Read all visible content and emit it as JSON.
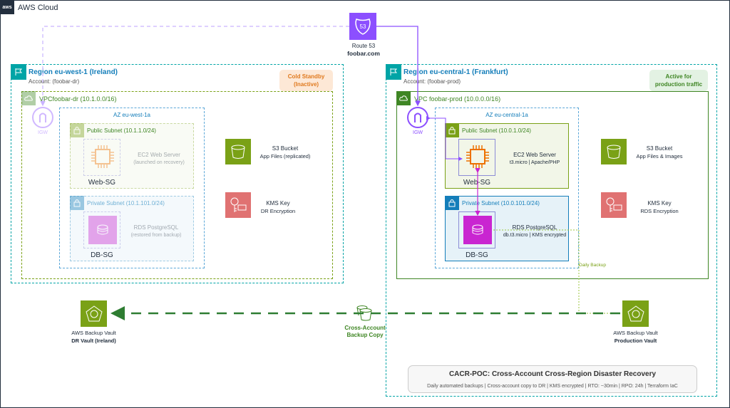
{
  "cloud": {
    "title": "AWS Cloud",
    "badge": "aws"
  },
  "route53": {
    "name": "Route 53",
    "domain": "foobar.com",
    "badge_number": "53"
  },
  "dr_region": {
    "title": "Region eu-west-1 (Ireland)",
    "account": "Account: (foobar-dr)",
    "status_badge": [
      "Cold Standby",
      "(Inactive)"
    ],
    "vpc": "VPCfoobar-dr (10.1.0.0/16)",
    "igw": "IGW",
    "az": "AZ eu-west-1a",
    "public_subnet": "Public Subnet (10.1.1.0/24)",
    "ec2": {
      "title": "EC2 Web Server",
      "subtitle": "(launched on recovery)"
    },
    "web_sg": "Web-SG",
    "private_subnet": "Private Subnet (10.1.101.0/24)",
    "rds": {
      "title": "RDS PostgreSQL",
      "subtitle": "(restored from backup)"
    },
    "db_sg": "DB-SG",
    "s3": {
      "title": "S3 Bucket",
      "subtitle": "App Files (replicated)"
    },
    "kms": {
      "title": "KMS Key",
      "subtitle": "DR Encryption"
    },
    "vault": {
      "title": "AWS Backup Vault",
      "subtitle": "DR Vault (Ireland)"
    }
  },
  "prod_region": {
    "title": "Region eu-central-1 (Frankfurt)",
    "account": "Account: (foobar-prod)",
    "status_badge": [
      "Active for",
      "production traffic"
    ],
    "vpc": "VPC foobar-prod (10.0.0.0/16)",
    "igw": "IGW",
    "az": "AZ eu-central-1a",
    "public_subnet": "Public Subnet (10.0.1.0/24)",
    "ec2": {
      "title": "EC2 Web Server",
      "subtitle": "t3.micro | Apache/PHP"
    },
    "web_sg": "Web-SG",
    "private_subnet": "Private Subnet (10.0.101.0/24)",
    "rds": {
      "title": "RDS PostgreSQL",
      "subtitle": "db.t3.micro | KMS encrypted"
    },
    "db_sg": "DB-SG",
    "s3": {
      "title": "S3 Bucket",
      "subtitle": "App Files & Images"
    },
    "kms": {
      "title": "KMS Key",
      "subtitle": "RDS Encryption"
    },
    "vault": {
      "title": "AWS Backup Vault",
      "subtitle": "Production Vault"
    },
    "daily_backup": "Daily Backup"
  },
  "cross_copy": {
    "line1": "Cross-Account",
    "line2": "Backup Copy"
  },
  "footer": {
    "title": "CACR-POC: Cross-Account Cross-Region Disaster Recovery",
    "subtitle": "Daily automated backups | Cross-account copy to DR | KMS encrypted | RTO: ~30min | RPO: 24h | Terraform IaC"
  },
  "colors": {
    "region": "#00a4a6",
    "vpc": "#3f8624",
    "ec2": "#ed7100",
    "rds": "#c925d1",
    "s3": "#7aa116",
    "kms": "#dd344c",
    "route53": "#8c4fff",
    "backup": "#3f8624"
  }
}
